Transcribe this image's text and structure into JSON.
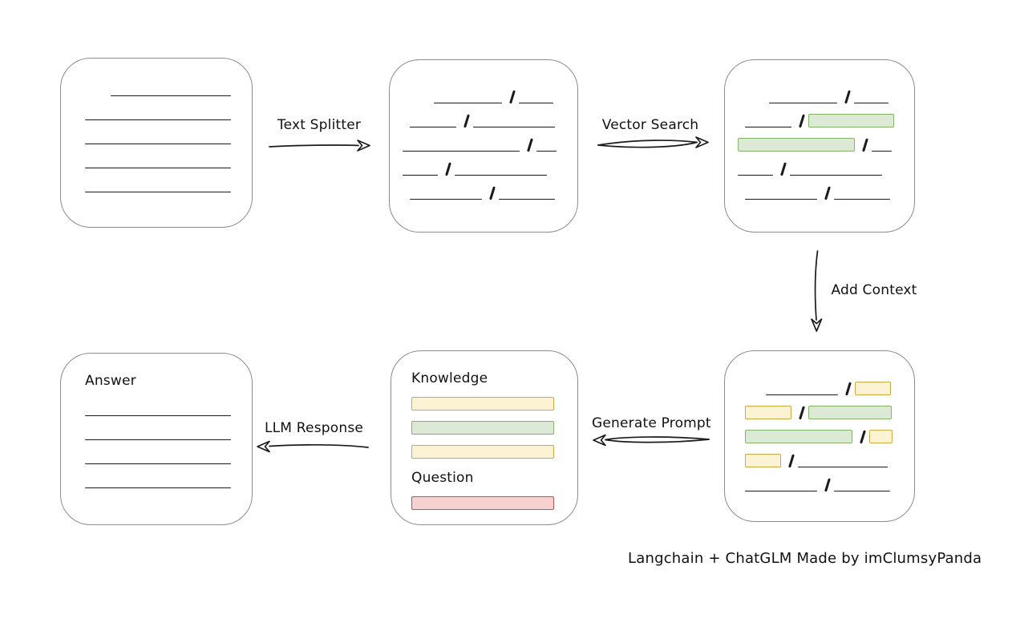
{
  "caption": "Langchain + ChatGLM Made by imClumsyPanda",
  "labels": {
    "text_splitter": "Text Splitter",
    "vector_search": "Vector Search",
    "add_context": "Add Context",
    "generate_prompt": "Generate Prompt",
    "llm_response": "LLM Response"
  },
  "prompt_box": {
    "knowledge": "Knowledge",
    "question": "Question"
  },
  "answer_box": {
    "title": "Answer"
  },
  "colors": {
    "stroke": "#1b1b1b",
    "box_border": "#8c8c8c",
    "green_fill": "#dcead5",
    "green_border": "#83b36a",
    "yellow_fill": "#fcf3d5",
    "yellow_border": "#d1a944",
    "red_fill": "#f5d1cf",
    "red_border": "#bf534d"
  },
  "boxes": {
    "document": {
      "rows": [
        [
          {
            "t": "indent",
            "w": 46
          },
          {
            "t": "line",
            "w": 150
          }
        ],
        [
          {
            "t": "indent",
            "w": 14
          },
          {
            "t": "line",
            "w": 182
          }
        ],
        [
          {
            "t": "indent",
            "w": 14
          },
          {
            "t": "line",
            "w": 182
          }
        ],
        [
          {
            "t": "indent",
            "w": 14
          },
          {
            "t": "line",
            "w": 182
          }
        ],
        [
          {
            "t": "indent",
            "w": 14
          },
          {
            "t": "line",
            "w": 182
          }
        ]
      ]
    },
    "split": {
      "rows": [
        [
          {
            "t": "indent",
            "w": 39
          },
          {
            "t": "line",
            "w": 85
          },
          {
            "t": "slash"
          },
          {
            "t": "line",
            "w": 43
          }
        ],
        [
          {
            "t": "indent",
            "w": 9
          },
          {
            "t": "line",
            "w": 58
          },
          {
            "t": "slash"
          },
          {
            "t": "line",
            "w": 102
          }
        ],
        [
          {
            "t": "line",
            "w": 146
          },
          {
            "t": "slash"
          },
          {
            "t": "line",
            "w": 25
          }
        ],
        [
          {
            "t": "line",
            "w": 44
          },
          {
            "t": "slash"
          },
          {
            "t": "line",
            "w": 115
          }
        ],
        [
          {
            "t": "indent",
            "w": 9
          },
          {
            "t": "line",
            "w": 90
          },
          {
            "t": "slash"
          },
          {
            "t": "line",
            "w": 70
          }
        ]
      ]
    },
    "vector": {
      "rows": [
        [
          {
            "t": "indent",
            "w": 39
          },
          {
            "t": "line",
            "w": 85
          },
          {
            "t": "slash"
          },
          {
            "t": "line",
            "w": 43
          }
        ],
        [
          {
            "t": "indent",
            "w": 9
          },
          {
            "t": "line",
            "w": 58
          },
          {
            "t": "slash"
          },
          {
            "t": "green",
            "w": 107
          }
        ],
        [
          {
            "t": "green",
            "w": 146
          },
          {
            "t": "slash"
          },
          {
            "t": "line",
            "w": 25
          }
        ],
        [
          {
            "t": "line",
            "w": 44
          },
          {
            "t": "slash"
          },
          {
            "t": "line",
            "w": 115
          }
        ],
        [
          {
            "t": "indent",
            "w": 9
          },
          {
            "t": "line",
            "w": 90
          },
          {
            "t": "slash"
          },
          {
            "t": "line",
            "w": 70
          }
        ]
      ]
    },
    "context": {
      "rows": [
        [
          {
            "t": "indent",
            "w": 35
          },
          {
            "t": "line",
            "w": 90
          },
          {
            "t": "slash"
          },
          {
            "t": "yellow",
            "w": 45
          }
        ],
        [
          {
            "t": "indent",
            "w": 9
          },
          {
            "t": "yellow",
            "w": 58
          },
          {
            "t": "slash"
          },
          {
            "t": "green",
            "w": 104
          }
        ],
        [
          {
            "t": "indent",
            "w": 9
          },
          {
            "t": "green",
            "w": 134
          },
          {
            "t": "slash"
          },
          {
            "t": "yellow",
            "w": 29
          }
        ],
        [
          {
            "t": "indent",
            "w": 9
          },
          {
            "t": "yellow",
            "w": 45
          },
          {
            "t": "slash"
          },
          {
            "t": "line",
            "w": 112
          }
        ],
        [
          {
            "t": "indent",
            "w": 9
          },
          {
            "t": "line",
            "w": 90
          },
          {
            "t": "slash"
          },
          {
            "t": "line",
            "w": 70
          }
        ]
      ]
    },
    "prompt_knowledge": {
      "rows": [
        [
          {
            "t": "indent",
            "w": 9
          },
          {
            "t": "yellow",
            "w": 178
          }
        ],
        [
          {
            "t": "indent",
            "w": 9
          },
          {
            "t": "green",
            "w": 178
          }
        ],
        [
          {
            "t": "indent",
            "w": 9
          },
          {
            "t": "yellow",
            "w": 178
          }
        ]
      ]
    },
    "prompt_question": {
      "rows": [
        [
          {
            "t": "indent",
            "w": 9
          },
          {
            "t": "red",
            "w": 178
          }
        ]
      ]
    },
    "answer": {
      "rows": [
        [
          {
            "t": "indent",
            "w": 14
          },
          {
            "t": "line",
            "w": 182
          }
        ],
        [
          {
            "t": "indent",
            "w": 14
          },
          {
            "t": "line",
            "w": 182
          }
        ],
        [
          {
            "t": "indent",
            "w": 14
          },
          {
            "t": "line",
            "w": 182
          }
        ],
        [
          {
            "t": "indent",
            "w": 14
          },
          {
            "t": "line",
            "w": 182
          }
        ]
      ]
    }
  }
}
